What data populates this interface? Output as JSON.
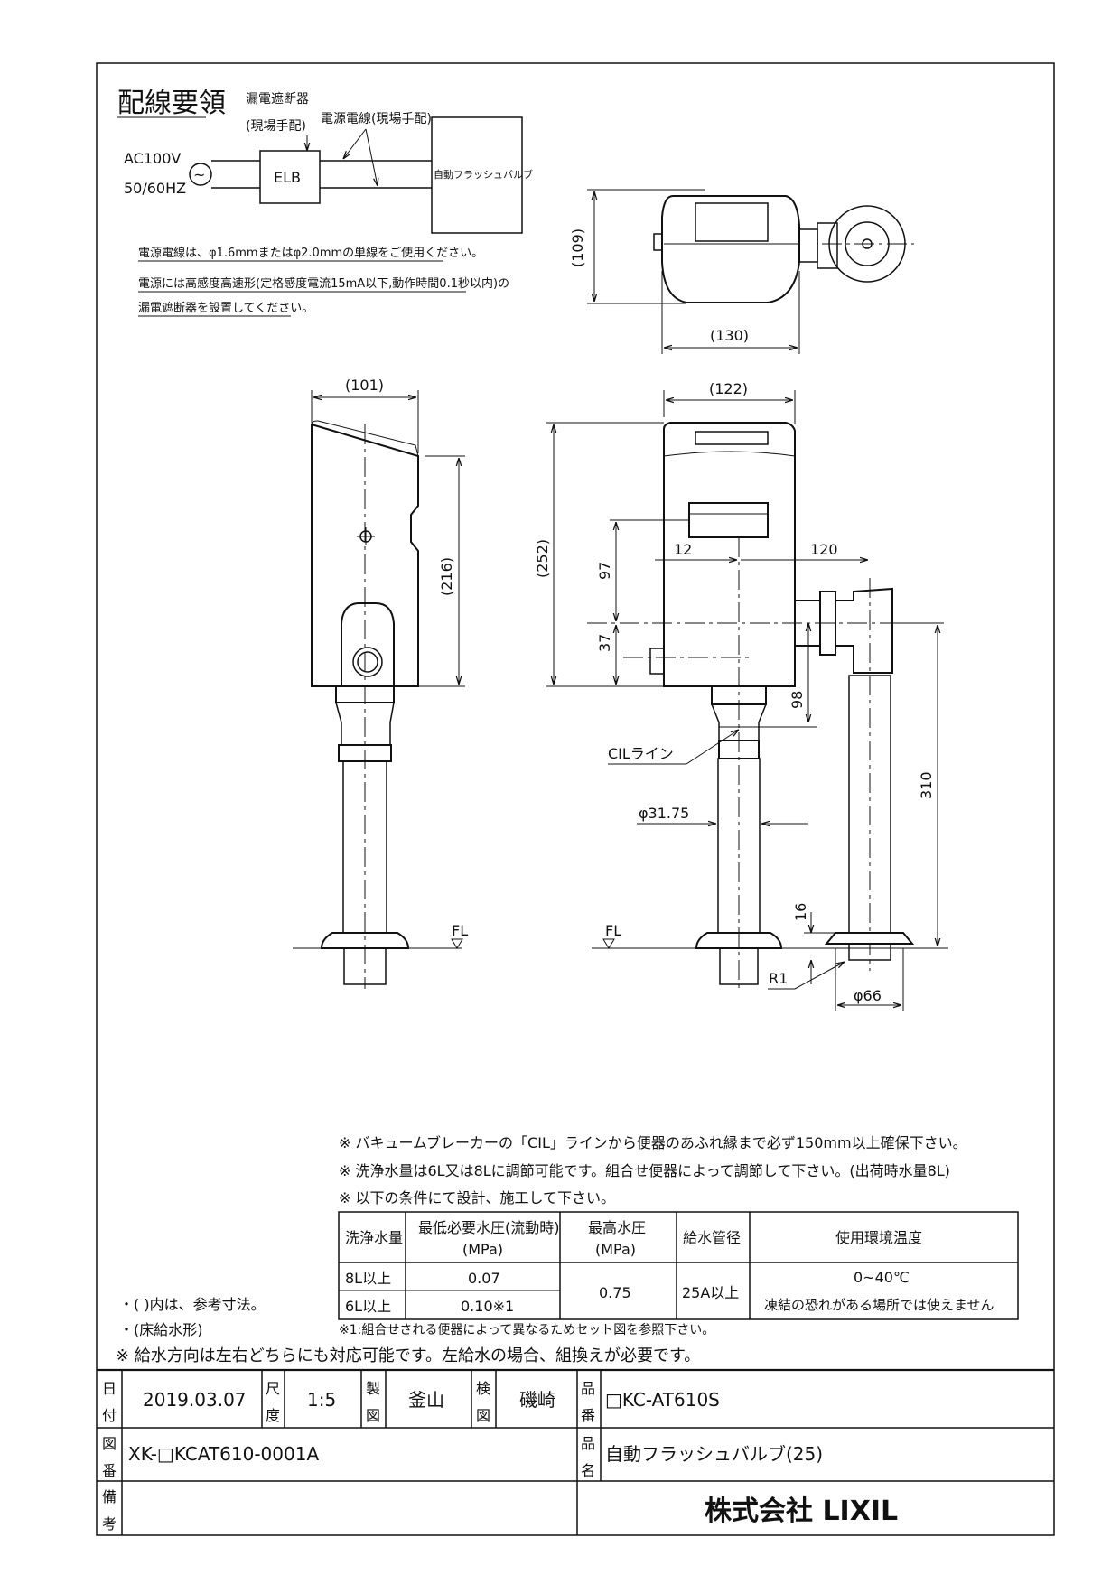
{
  "wiring": {
    "title": "配線要領",
    "elb_label_1": "漏電遮断器",
    "elb_label_2": "(現場手配)",
    "power_wire_label": "電源電線(現場手配)",
    "supply_1": "AC100V",
    "supply_2": "50/60HZ",
    "ac_symbol": "~",
    "elb": "ELB",
    "valve_box": "自動フラッシュバルブ",
    "note_1": "電源電線は、φ1.6mmまたはφ2.0mmの単線をご使用ください。",
    "note_2": "電源には高感度高速形(定格感度電流15mA以下,動作時間0.1秒以内)の",
    "note_3": "漏電遮断器を設置してください。"
  },
  "dimensions": {
    "top_depth": "(109)",
    "top_width": "(130)",
    "side_width": "(101)",
    "side_height": "(216)",
    "front_width": "(122)",
    "front_height": "(252)",
    "d97": "97",
    "d37": "37",
    "d12": "12",
    "d120": "120",
    "d98": "98",
    "d310": "310",
    "d16": "16",
    "pipe_dia": "φ31.75",
    "flange_dia": "φ66",
    "radius": "R1",
    "cil": "CILライン",
    "fl": "FL"
  },
  "notes": {
    "n1": "※ バキュームブレーカーの「CIL」ラインから便器のあふれ縁まで必ず150mm以上確保下さい。",
    "n2": "※ 洗浄水量は6L又は8Lに調節可能です。組合せ便器によって調節して下さい。(出荷時水量8L)",
    "n3": "※ 以下の条件にて設計、施工して下さい。",
    "paren": "・( )内は、参考寸法。",
    "floor": "・(床給水形)",
    "footnote": "※1:組合せされる便器によって異なるためセット図を参照下さい。",
    "direction": "※ 給水方向は左右どちらにも対応可能です。左給水の場合、組換えが必要です。"
  },
  "spec_table": {
    "headers": [
      "洗浄水量",
      "最低必要水圧(流動時)",
      "(MPa)",
      "最高水圧",
      "(MPa)",
      "給水管径",
      "使用環境温度"
    ],
    "rows": [
      [
        "8L以上",
        "0.07"
      ],
      [
        "6L以上",
        "0.10※1"
      ]
    ],
    "max_pressure": "0.75",
    "pipe": "25A以上",
    "temp": "0~40℃",
    "temp_note": "凍結の恐れがある場所では使えません"
  },
  "title_block": {
    "date_label_1": "日",
    "date_label_2": "付",
    "date": "2019.03.07",
    "scale_label_1": "尺",
    "scale_label_2": "度",
    "scale": "1:5",
    "drawn_label_1": "製",
    "drawn_label_2": "図",
    "drawn": "釜山",
    "checked_label_1": "検",
    "checked_label_2": "図",
    "checked": "磯崎",
    "part_no_label_1": "品",
    "part_no_label_2": "番",
    "part_no": "□KC-AT610S",
    "drawing_no_label_1": "図",
    "drawing_no_label_2": "番",
    "drawing_no": "XK-□KCAT610-0001A",
    "product_label_1": "品",
    "product_label_2": "名",
    "product": "自動フラッシュバルブ(25)",
    "remarks_label_1": "備",
    "remarks_label_2": "考",
    "company": "株式会社 LIXIL"
  }
}
